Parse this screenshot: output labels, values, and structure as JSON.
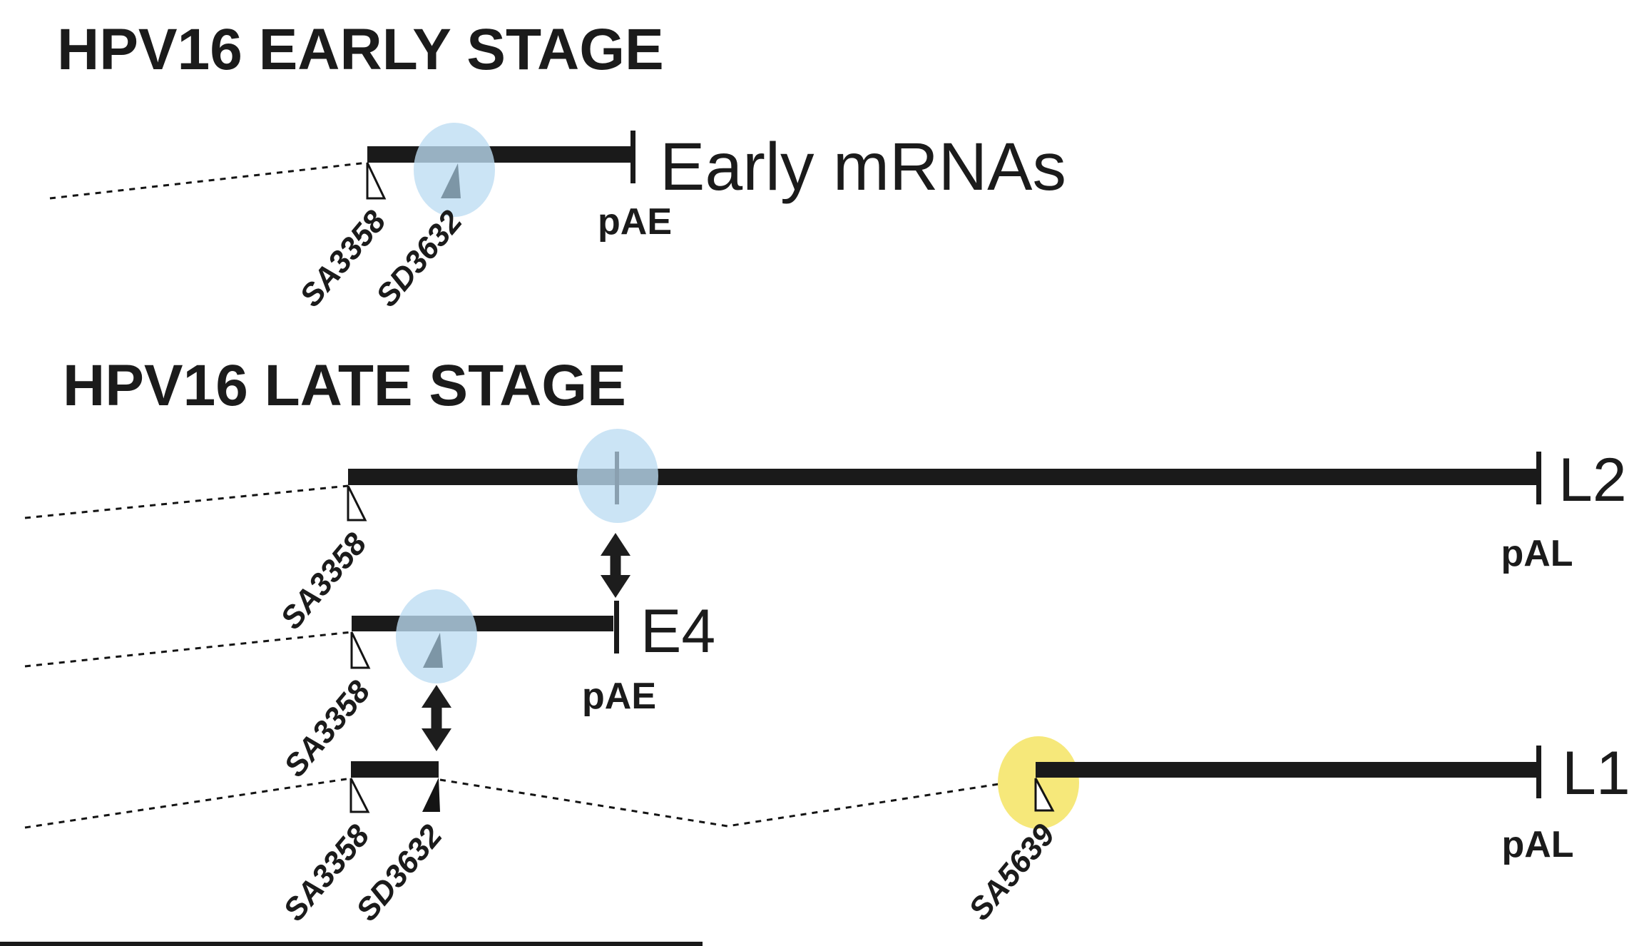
{
  "figure": {
    "description": "HPV16 early and late stage mRNA splicing diagram"
  },
  "early": {
    "title": "HPV16 EARLY STAGE",
    "transcript_name": "Early mRNAs",
    "polya_label": "pAE",
    "sites": {
      "sa3358": "SA3358",
      "sd3632": "SD3632"
    }
  },
  "late": {
    "title": "HPV16 LATE STAGE",
    "l2": {
      "name": "L2",
      "polya_label": "pAL",
      "sites": {
        "sa3358": "SA3358"
      }
    },
    "e4": {
      "name": "E4",
      "polya_label": "pAE",
      "sites": {
        "sa3358": "SA3358"
      }
    },
    "l1": {
      "name": "L1",
      "polya_label": "pAL",
      "sites": {
        "sa3358": "SA3358",
        "sd3632": "SD3632",
        "sa5639": "SA5639"
      }
    }
  },
  "colors": {
    "highlight_blue": "#bcdcf2",
    "highlight_yellow": "#f6e87a",
    "wedge_gray": "#7d96a6",
    "tick_gray": "#8aa0b0",
    "bar_black": "#1a1a1a"
  }
}
